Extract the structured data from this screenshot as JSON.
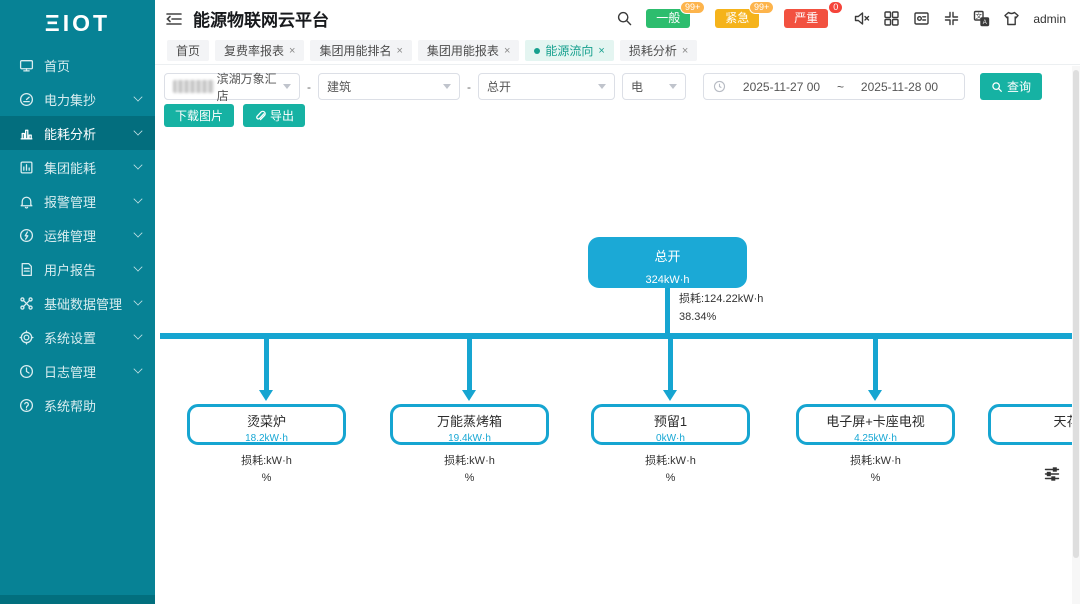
{
  "app": {
    "logo": "ΞIOT",
    "title": "能源物联网云平台",
    "user": "admin"
  },
  "ui": {
    "close": "×"
  },
  "sidebar": {
    "items": [
      {
        "label": "首页",
        "expandable": false,
        "active": false
      },
      {
        "label": "电力集抄",
        "expandable": true,
        "active": false
      },
      {
        "label": "能耗分析",
        "expandable": true,
        "active": true
      },
      {
        "label": "集团能耗",
        "expandable": true,
        "active": false
      },
      {
        "label": "报警管理",
        "expandable": true,
        "active": false
      },
      {
        "label": "运维管理",
        "expandable": true,
        "active": false
      },
      {
        "label": "用户报告",
        "expandable": true,
        "active": false
      },
      {
        "label": "基础数据管理",
        "expandable": true,
        "active": false
      },
      {
        "label": "系统设置",
        "expandable": true,
        "active": false
      },
      {
        "label": "日志管理",
        "expandable": true,
        "active": false
      },
      {
        "label": "系统帮助",
        "expandable": false,
        "active": false
      }
    ]
  },
  "header": {
    "badges": [
      {
        "label": "一般",
        "count": "99+",
        "color": "#2dbd6e"
      },
      {
        "label": "紧急",
        "count": "99+",
        "color": "#f5b31b"
      },
      {
        "label": "严重",
        "count": "0",
        "color": "#f25140"
      }
    ]
  },
  "tabs": [
    {
      "label": "首页",
      "closable": false,
      "active": false
    },
    {
      "label": "复费率报表",
      "closable": true,
      "active": false
    },
    {
      "label": "集团用能排名",
      "closable": true,
      "active": false
    },
    {
      "label": "集团用能报表",
      "closable": true,
      "active": false
    },
    {
      "label": "能源流向",
      "closable": true,
      "active": true
    },
    {
      "label": "损耗分析",
      "closable": true,
      "active": false
    }
  ],
  "filters": {
    "store": "滨湖万象汇店",
    "sep1": "-",
    "type": "建筑",
    "sep2": "-",
    "circuit": "总开",
    "energy": "电",
    "date_start": "2025-11-27 00",
    "date_sep": "~",
    "date_end": "2025-11-28 00",
    "query": "查询"
  },
  "actions": {
    "download": "下载图片",
    "export": "导出"
  },
  "chart_data": {
    "type": "flow",
    "title": "能源流向",
    "unit": "kW·h",
    "accent_color": "#16a5d1",
    "root": {
      "name": "总开",
      "value": "324kW·h",
      "loss": "损耗:124.22kW·h",
      "loss_pct": "38.34%"
    },
    "nodes": [
      {
        "name": "烫菜炉",
        "value": "18.2kW·h",
        "loss": "损耗:kW·h",
        "pct": "%"
      },
      {
        "name": "万能蒸烤箱",
        "value": "19.4kW·h",
        "loss": "损耗:kW·h",
        "pct": "%"
      },
      {
        "name": "预留1",
        "value": "0kW·h",
        "loss": "损耗:kW·h",
        "pct": "%"
      },
      {
        "name": "电子屏+卡座电视",
        "value": "4.25kW·h",
        "loss": "损耗:kW·h",
        "pct": "%"
      },
      {
        "name": "天花灯",
        "value": "",
        "loss": "",
        "pct": ""
      }
    ]
  }
}
